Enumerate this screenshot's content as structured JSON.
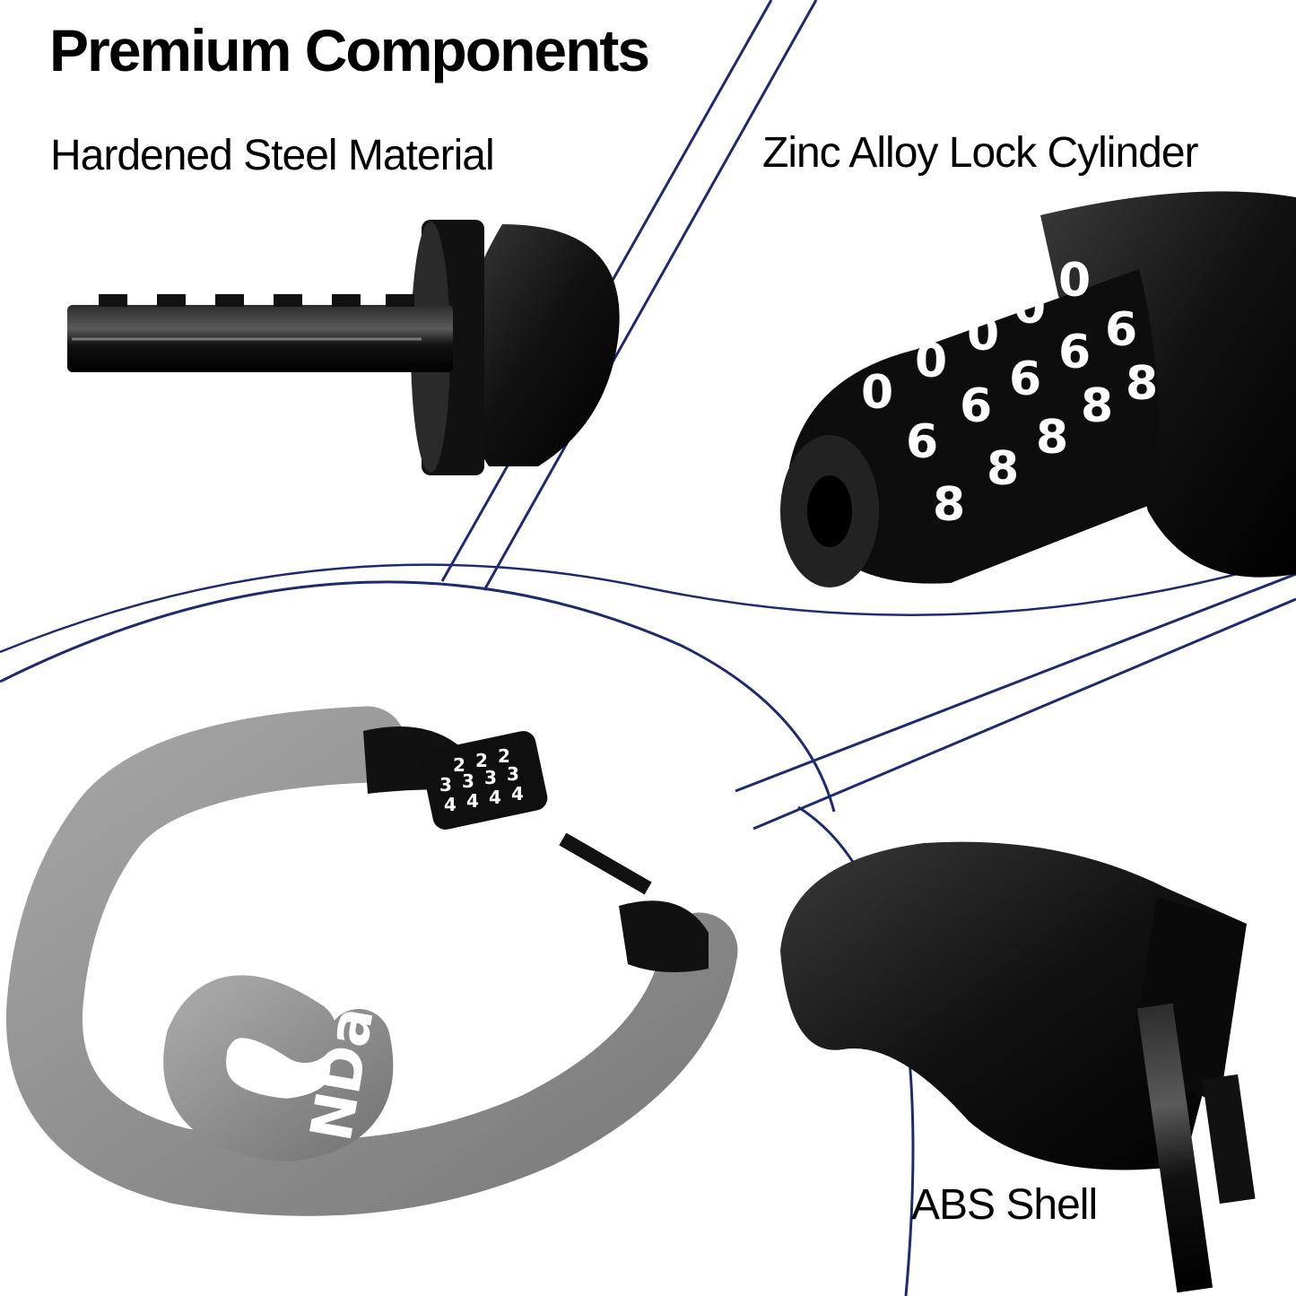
{
  "title": "Premium Components",
  "labels": {
    "steel": "Hardened Steel Material",
    "zinc": "Zinc Alloy Lock Cylinder",
    "abs": "ABS Shell"
  },
  "brand_text": "NDakter",
  "dial_digits": {
    "top_view": [
      "0",
      "0",
      "0",
      "0",
      "0",
      "6",
      "6",
      "6",
      "6",
      "6",
      "8",
      "8",
      "8",
      "8",
      "8"
    ],
    "small_lock": [
      "2",
      "2",
      "2",
      "3",
      "3",
      "3",
      "3",
      "4",
      "4",
      "4",
      "4"
    ]
  },
  "colors": {
    "divider": "#1f2a6e",
    "lock_black": "#141414",
    "chain_sleeve": "#8d8d8d",
    "background": "#ffffff"
  }
}
